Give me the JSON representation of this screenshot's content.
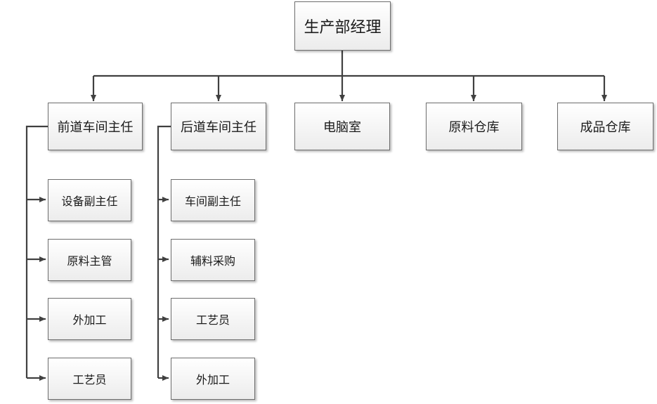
{
  "root": {
    "label": "生产部经理"
  },
  "departments": [
    {
      "label": "前道车间主任"
    },
    {
      "label": "后道车间主任"
    },
    {
      "label": "电脑室"
    },
    {
      "label": "原料仓库"
    },
    {
      "label": "成品仓库"
    }
  ],
  "front_workshop_roles": [
    {
      "label": "设备副主任"
    },
    {
      "label": "原料主管"
    },
    {
      "label": "外加工"
    },
    {
      "label": "工艺员"
    }
  ],
  "back_workshop_roles": [
    {
      "label": "车间副主任"
    },
    {
      "label": "辅料采购"
    },
    {
      "label": "工艺员"
    },
    {
      "label": "外加工"
    }
  ],
  "colors": {
    "line": "#404040",
    "border": "#6e6e6e",
    "box_top": "#ffffff",
    "box_bottom": "#ececec"
  }
}
